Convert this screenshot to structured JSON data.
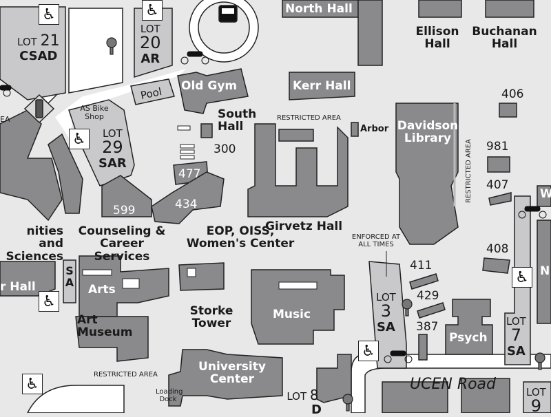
{
  "map": {
    "colors": {
      "background": "#e8e8e9",
      "building": "#8a8a8c",
      "lot": "#c9c9cb",
      "road": "#ffffff",
      "outline": "#222222"
    },
    "buildings": {
      "north_hall": "North Hall",
      "ellison_hall": "Ellison Hall",
      "buchanan_hall": "Buchanan Hall",
      "old_gym": "Old Gym",
      "pool": "Pool",
      "kerr_hall": "Kerr Hall",
      "south_hall": "South Hall",
      "arbor": "Arbor",
      "davidson_library": "Davidson Library",
      "as_bike_shop": "AS Bike Shop",
      "bldg_300": "300",
      "bldg_477": "477",
      "bldg_434": "434",
      "bldg_599": "599",
      "bldg_406": "406",
      "bldg_981": "981",
      "bldg_407": "407",
      "bldg_408": "408",
      "bldg_411": "411",
      "bldg_429": "429",
      "bldg_387": "387",
      "girvetz_hall": "Girvetz Hall",
      "humanities": "nities and Sciences",
      "counseling": "Counseling & Career Services",
      "eop": "EOP, OISS, Women's Center",
      "arts": "Arts",
      "art_museum": "Art Museum",
      "storke_tower": "Storke Tower",
      "music": "Music",
      "psych": "Psych",
      "university_center": "University Center",
      "loading_dock": "Loading Dock",
      "r_hall": "r Hall",
      "edge_n": "N",
      "edge_w": "W"
    },
    "lots": [
      {
        "prefix": "LOT",
        "number": "21",
        "code": "CSAD"
      },
      {
        "prefix": "LOT",
        "number": "20",
        "code": "AR"
      },
      {
        "prefix": "LOT",
        "number": "29",
        "code": "SAR"
      },
      {
        "prefix": "LOT",
        "number": "3",
        "code": "SA"
      },
      {
        "prefix": "LOT",
        "number": "7",
        "code": "SA"
      },
      {
        "prefix": "LOT",
        "number": "8",
        "code": "D"
      },
      {
        "prefix": "LOT",
        "number": "9",
        "code": ""
      },
      {
        "prefix": "",
        "number": "",
        "code": "S A"
      }
    ],
    "notes": {
      "restricted_1": "RESTRICTED AREA",
      "restricted_2": "RESTRICTED AREA",
      "restricted_3": "RESTRICTED AREA",
      "enforced": "ENFORCED AT ALL TIMES",
      "edge_ea": "EA"
    },
    "roads": {
      "ucen_road": "UCEN Road"
    },
    "icons": {
      "accessible": "♿",
      "bus": "bus-icon",
      "motorcycle": "motorcycle-icon",
      "meter": "parking-meter-icon",
      "signal": "traffic-signal-icon"
    }
  }
}
